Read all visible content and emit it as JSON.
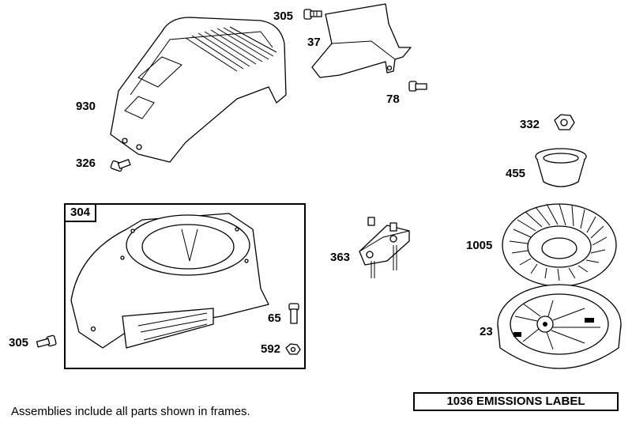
{
  "parts": {
    "p930": "930",
    "p326": "326",
    "p305_top": "305",
    "p37": "37",
    "p78": "78",
    "p332": "332",
    "p455": "455",
    "p1005": "1005",
    "p23": "23",
    "p363": "363",
    "p65": "65",
    "p592": "592",
    "p305_left": "305"
  },
  "frame": {
    "label": "304"
  },
  "footnote": "Assemblies include all parts shown in frames.",
  "emissions_label": "1036 EMISSIONS LABEL"
}
